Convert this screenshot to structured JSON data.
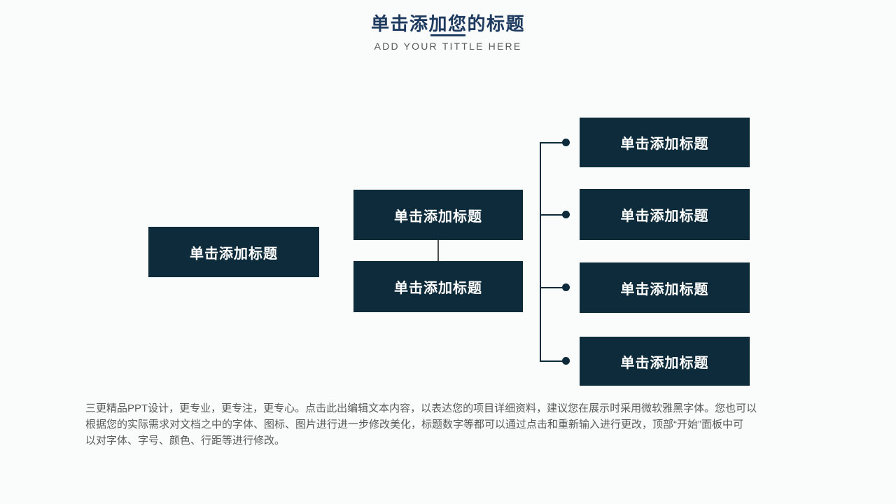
{
  "header": {
    "title": "单击添加您的标题",
    "subtitle": "ADD YOUR TITTLE HERE"
  },
  "diagram": {
    "root": {
      "label": "单击添加标题"
    },
    "level2": [
      {
        "label": "单击添加标题"
      },
      {
        "label": "单击添加标题"
      }
    ],
    "level3": [
      {
        "label": "单击添加标题"
      },
      {
        "label": "单击添加标题"
      },
      {
        "label": "单击添加标题"
      },
      {
        "label": "单击添加标题"
      }
    ]
  },
  "footer": {
    "lines": [
      "三更精品PPT设计，更专业，更专注，更专心。点击此出编辑文本内容，以表达您的项目详细资料，建议您在展示时采用微软雅黑字体。您也可以",
      "根据您的实际需求对文档之中的字体、图标、图片进行进一步修改美化，标题数字等都可以通过点击和重新输入进行更改，顶部“开始”面板中可",
      "以对字体、字号、颜色、行距等进行修改。"
    ]
  },
  "colors": {
    "node_fill": "#0d2b3a",
    "node_text": "#ffffff",
    "title_accent": "#1f3a5f",
    "body_text": "#595959",
    "mid_connector": "#4d4d4d",
    "background": "#fafbfb"
  }
}
